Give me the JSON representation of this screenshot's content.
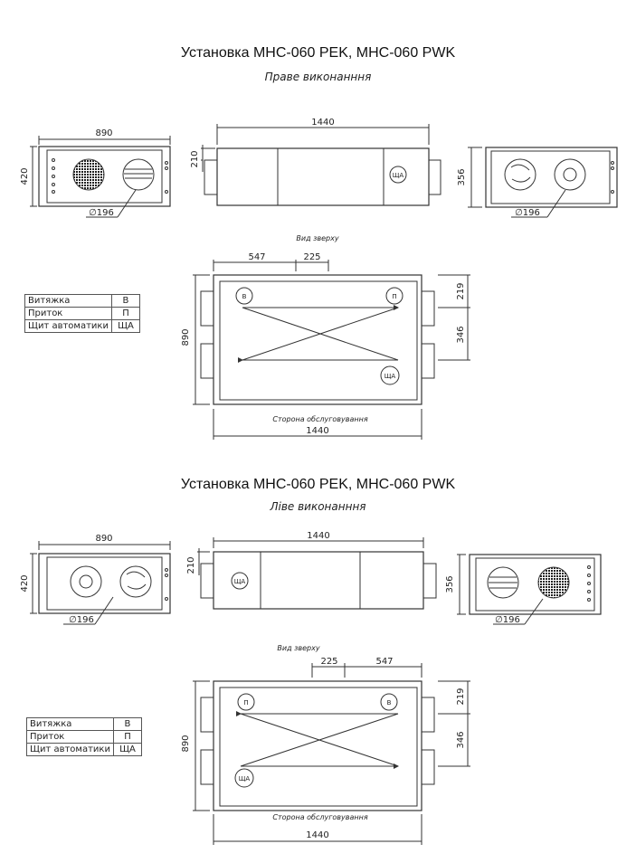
{
  "section_right": {
    "title": "Установка MHC-060 PEK, MHC-060 PWK",
    "subtitle": "Праве виконанння",
    "dims": {
      "front_width": "890",
      "front_height": "420",
      "front_duct": "∅196",
      "side_length": "1440",
      "side_offset": "210",
      "side_panel": "ЩА",
      "rear_height": "356",
      "rear_duct": "∅196",
      "top_view_label": "Вид зверху",
      "top_547": "547",
      "top_225": "225",
      "top_depth": "890",
      "top_219": "219",
      "top_346": "346",
      "top_length": "1440",
      "service_side": "Сторона обслуговування",
      "port_exhaust": "В",
      "port_supply": "П",
      "port_panel": "ЩА"
    },
    "legend": [
      {
        "name": "Витяжка",
        "code": "В"
      },
      {
        "name": "Приток",
        "code": "П"
      },
      {
        "name": "Щит автоматики",
        "code": "ЩА"
      }
    ]
  },
  "section_left": {
    "title": "Установка MHC-060 PEK, MHC-060 PWK",
    "subtitle": "Ліве виконанння",
    "dims": {
      "front_width": "890",
      "front_height": "420",
      "front_duct": "∅196",
      "side_length": "1440",
      "side_offset": "210",
      "side_panel": "ЩА",
      "rear_height": "356",
      "rear_duct": "∅196",
      "top_view_label": "Вид зверху",
      "top_225": "225",
      "top_547": "547",
      "top_depth": "890",
      "top_219": "219",
      "top_346": "346",
      "top_length": "1440",
      "service_side": "Сторона обслуговування",
      "port_supply": "П",
      "port_exhaust": "В",
      "port_panel": "ЩА"
    },
    "legend": [
      {
        "name": "Витяжка",
        "code": "В"
      },
      {
        "name": "Приток",
        "code": "П"
      },
      {
        "name": "Щит автоматики",
        "code": "ЩА"
      }
    ]
  }
}
